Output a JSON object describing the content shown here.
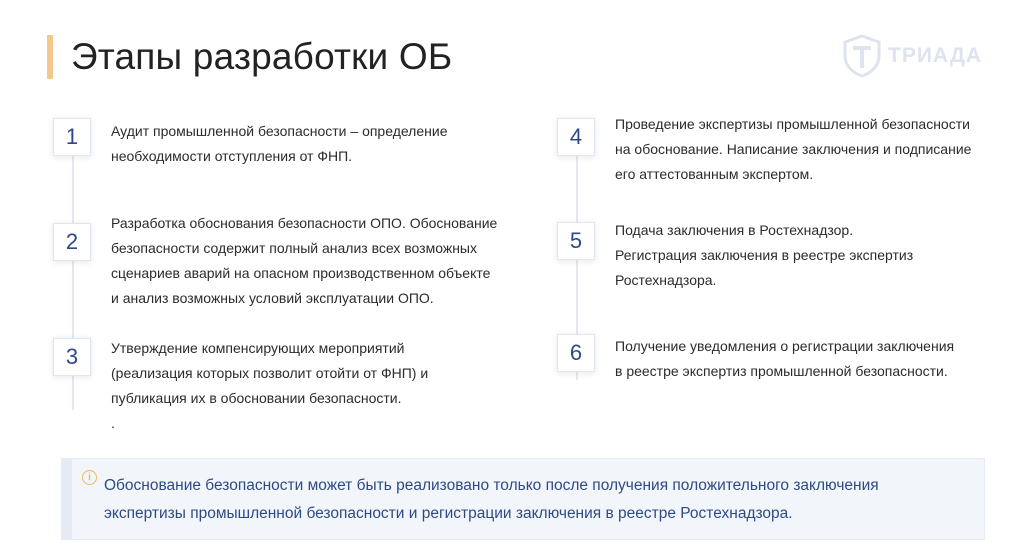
{
  "page": {
    "title": "Этапы разработки ОБ",
    "logo_text": "ТРИАДА",
    "accent_color": "#f2c98a",
    "number_color": "#2d4a86"
  },
  "steps_left": [
    {
      "number": "1",
      "text": "Аудит промышленной безопасности – определение\nнеобходимости отступления от ФНП."
    },
    {
      "number": "2",
      "text": "Разработка обоснования безопасности ОПО. Обоснование\nбезопасности содержит полный анализ всех возможных\nсценариев аварий на опасном производственном объекте\nи анализ возможных условий эксплуатации ОПО."
    },
    {
      "number": "3",
      "text": "Утверждение компенсирующих мероприятий\n(реализация которых позволит отойти от ФНП) и\nпубликация их в обосновании безопасности.",
      "trailing": "."
    }
  ],
  "steps_right": [
    {
      "number": "4",
      "text": "Проведение экспертизы промышленной безопасности\nна обоснование. Написание заключения и подписание\nего аттестованным экспертом."
    },
    {
      "number": "5",
      "text": "Подача заключения в Ростехнадзор.\nРегистрация заключения в реестре экспертиз\nРостехнадзора."
    },
    {
      "number": "6",
      "text": "Получение уведомления о регистрации заключения\nв реестре экспертиз промышленной безопасности."
    }
  ],
  "note": {
    "icon": "info-icon",
    "text": "Обоснование безопасности может быть реализовано только после получения положительного заключения\nэкспертизы промышленной безопасности и регистрации заключения в реестре Ростехнадзора."
  }
}
